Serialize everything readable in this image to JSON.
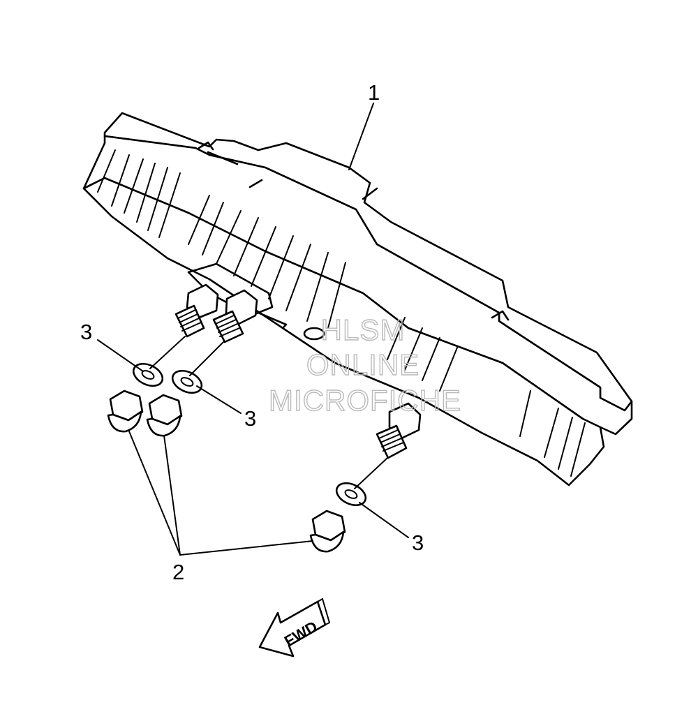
{
  "callouts": {
    "part_1": "1",
    "part_2": "2",
    "part_3_upper_left": "3",
    "part_3_center": "3",
    "part_3_lower_right": "3"
  },
  "watermark": {
    "line1": "HLSM",
    "line2": "ONLINE",
    "line3": "MICROFICHE"
  },
  "direction_arrow": {
    "label": "FWD"
  },
  "colors": {
    "line": "#000000",
    "background": "#ffffff",
    "watermark": "#b9b9b9"
  }
}
